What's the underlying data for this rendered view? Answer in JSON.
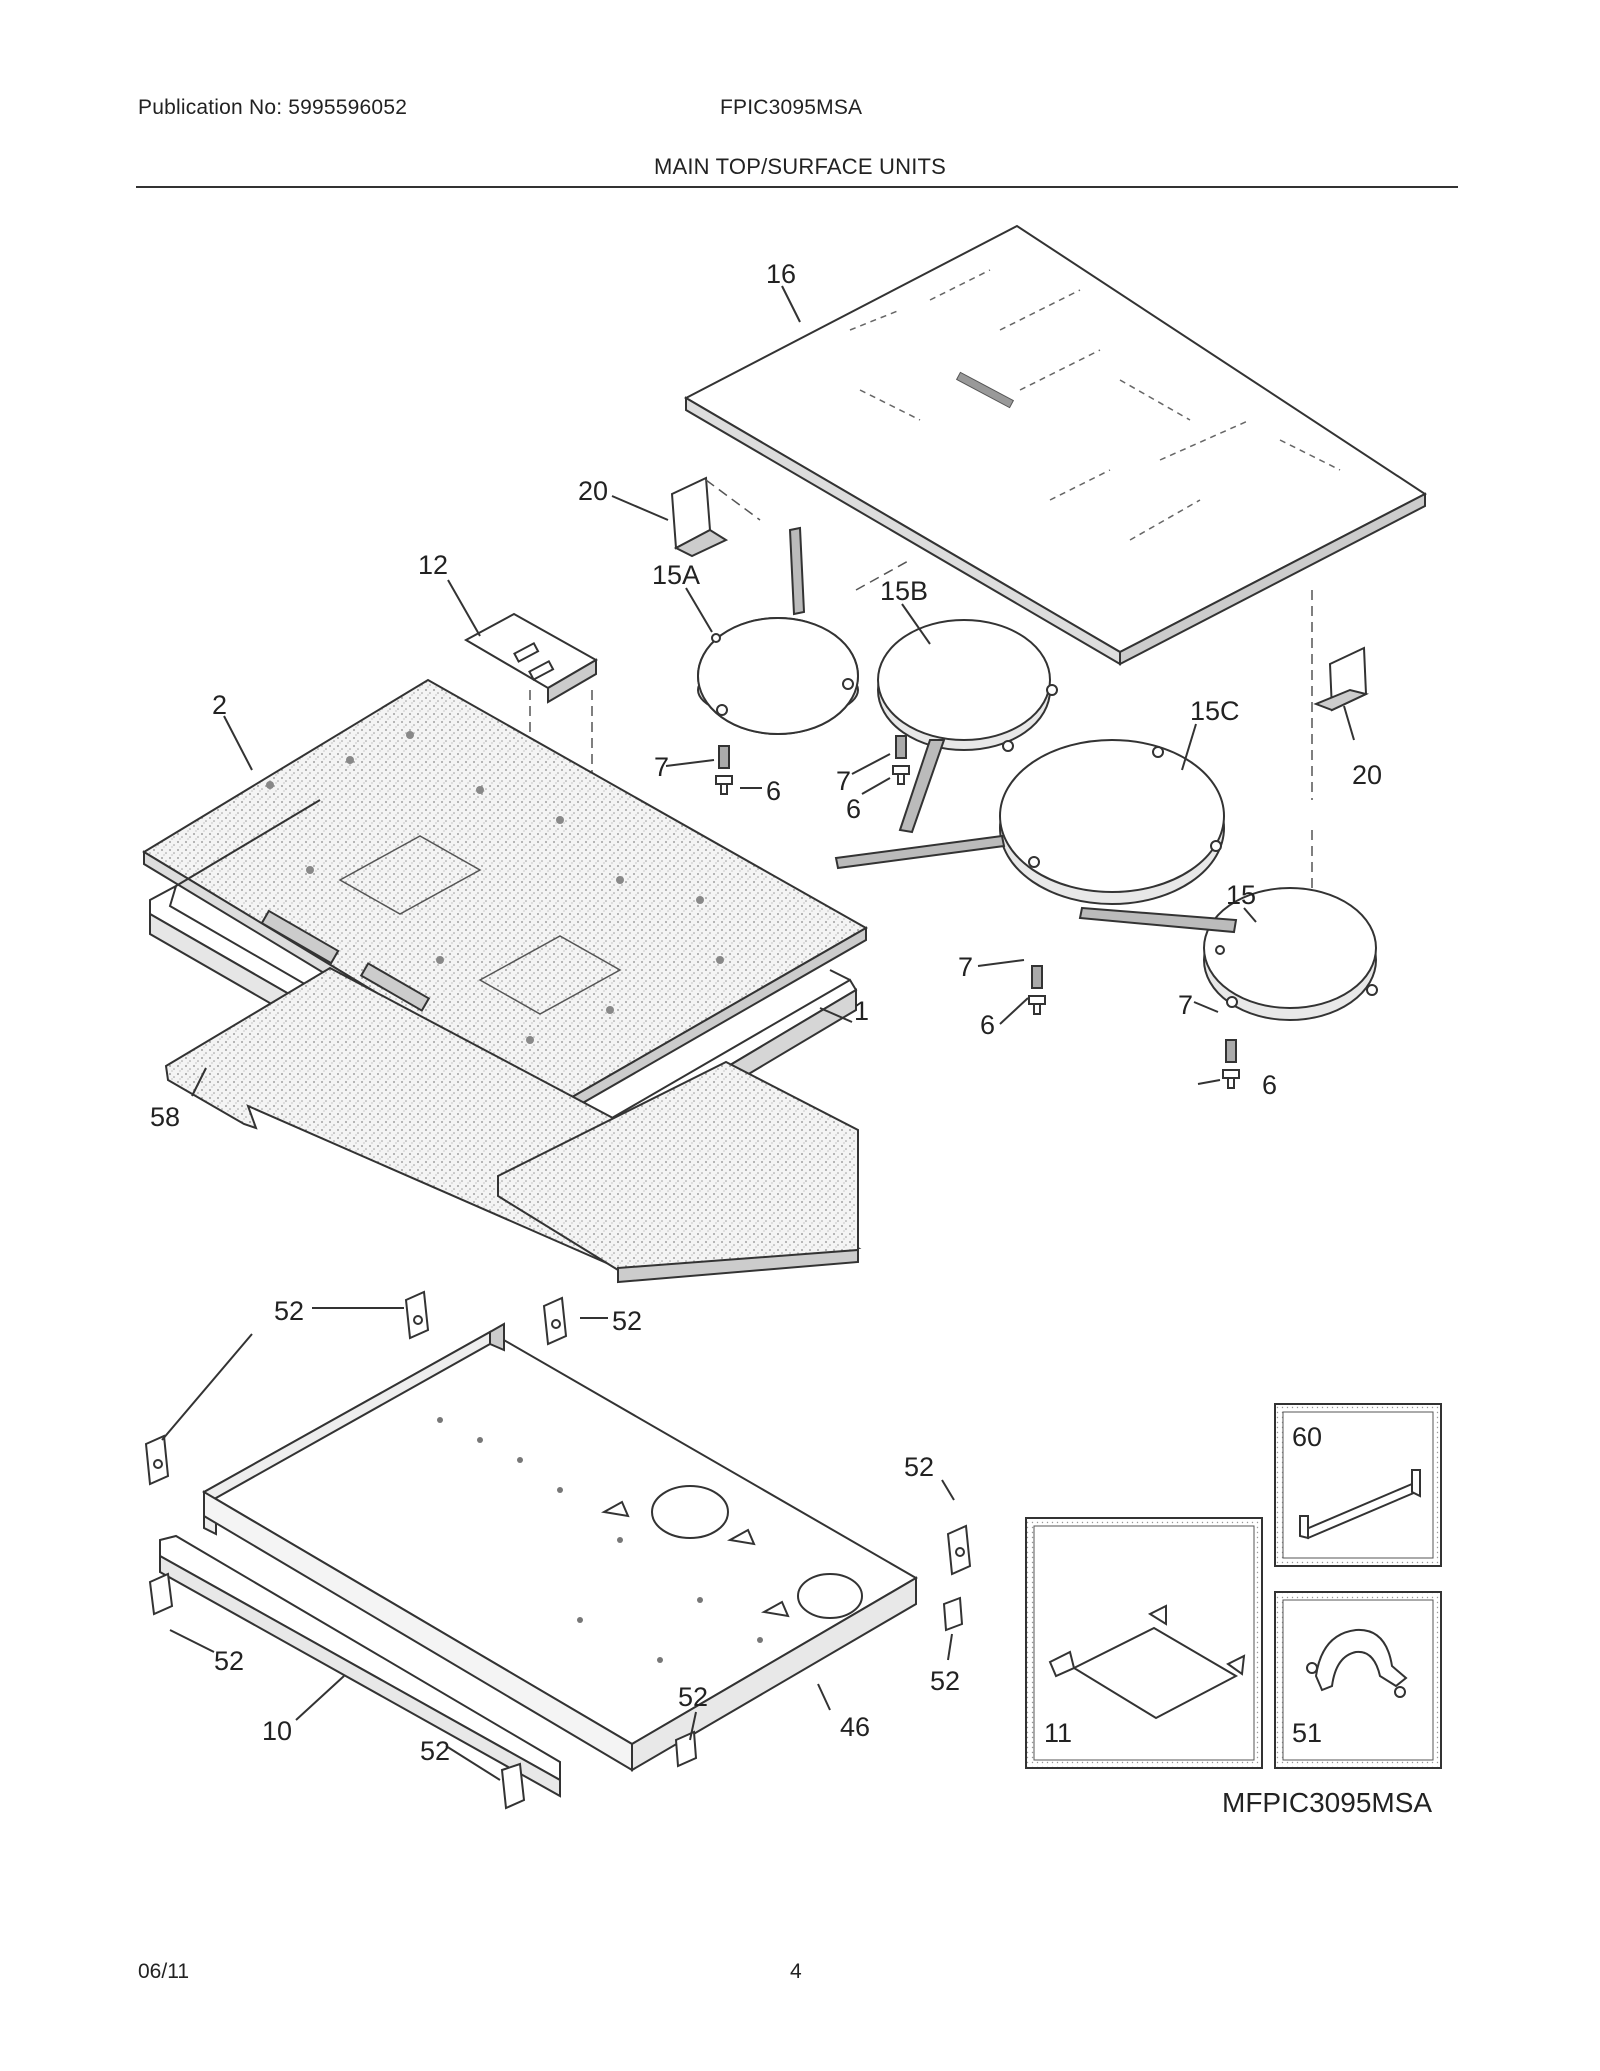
{
  "header": {
    "publication": "Publication No: 5995596052",
    "model": "FPIC3095MSA",
    "section_title": "MAIN TOP/SURFACE UNITS"
  },
  "callouts": {
    "glass_top": "16",
    "bracket_upper_left": "20",
    "bracket_right": "20",
    "bracket_center": "12",
    "element_15a": "15A",
    "element_15b": "15B",
    "element_15c": "15C",
    "element_15": "15",
    "insulation_upper": "2",
    "top_frame": "1",
    "insulation_lower": "58",
    "spring_a": "7",
    "spring_b": "7",
    "spring_c": "7",
    "spring_d": "7",
    "screw_a": "6",
    "screw_b": "6",
    "screw_c": "6",
    "screw_d": "6",
    "clip_top_left": "52",
    "clip_top_right": "52",
    "clip_right_upper": "52",
    "clip_right_lower": "52",
    "clip_left_lower": "52",
    "clip_front_center": "52",
    "clip_front_bottom": "52",
    "front_trim": "10",
    "chassis": "46",
    "inset_bracket_60": "60",
    "inset_bracket_11": "11",
    "inset_clamp_51": "51"
  },
  "diagram_code": "MFPIC3095MSA",
  "footer": {
    "date": "06/11",
    "page_number": "4"
  }
}
